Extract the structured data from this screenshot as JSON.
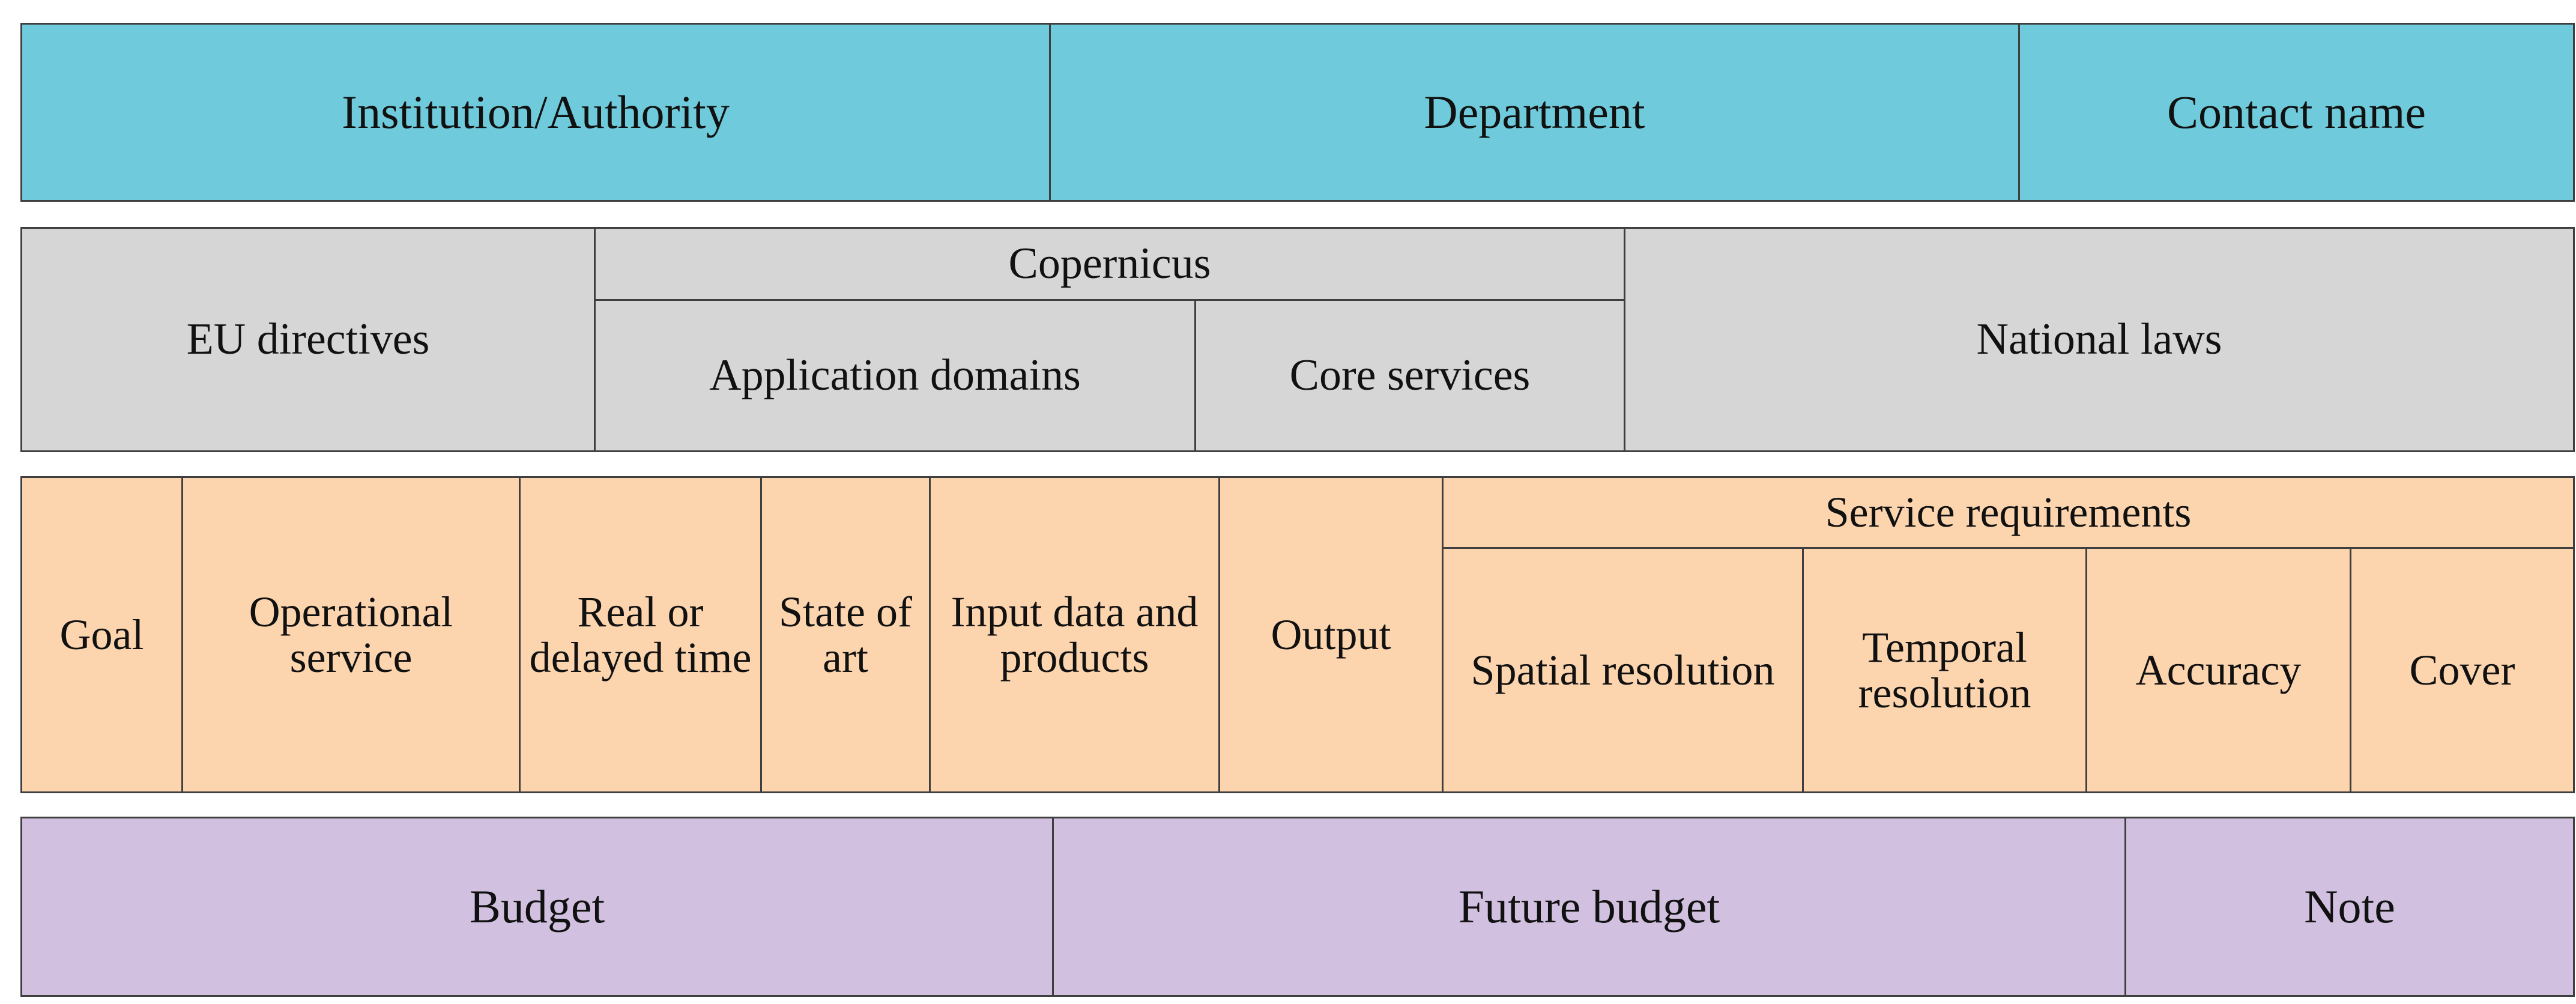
{
  "colors": {
    "contacts_band": "#6FCBDB",
    "legislation_band": "#D6D6D6",
    "service_band": "#FCD5AE",
    "budget_band": "#D1C0E0",
    "border": "#3F3F3F",
    "text": "#111111",
    "page_background": "#FFFFFF"
  },
  "bands": {
    "contacts": {
      "institution": "Institution/Authority",
      "department": "Department",
      "contact_name": "Contact name"
    },
    "legislation": {
      "eu_directives": "EU directives",
      "copernicus": "Copernicus",
      "application_domains": "Application  domains",
      "core_services": "Core services",
      "national_laws": "National laws"
    },
    "service": {
      "goal": "Goal",
      "operational_service": "Operational service",
      "real_or_delayed_time": "Real or delayed time",
      "state_of_art": "State of art",
      "input_data_and_products": "Input data and products",
      "output": "Output",
      "service_requirements": "Service requirements",
      "spatial_resolution": "Spatial resolution",
      "temporal_resolution": "Temporal resolution",
      "accuracy": "Accuracy",
      "cover": "Cover"
    },
    "budget": {
      "budget": "Budget",
      "future_budget": "Future budget",
      "note": "Note"
    }
  }
}
